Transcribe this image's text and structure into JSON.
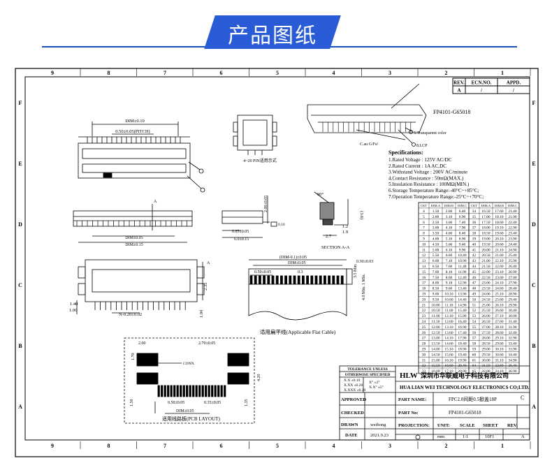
{
  "header": {
    "title": "产品图纸"
  },
  "border": {
    "cols": [
      "9",
      "8",
      "7",
      "6",
      "5",
      "4",
      "3",
      "2",
      "1"
    ],
    "rows": [
      "F",
      "E",
      "D",
      "C",
      "B",
      "A"
    ]
  },
  "revision": {
    "headers": [
      "REV.",
      "ECN.NO.",
      "APPD."
    ],
    "values": [
      "A",
      "/",
      "/"
    ]
  },
  "part": {
    "label_no": "FP4101-G65018",
    "callout_color": "5.Transparent color",
    "callout_plating": "C.au G/Fu'",
    "callout_lcp": "8.LCP"
  },
  "specs": {
    "title": "Specifications:",
    "items": [
      "1.Rated Voltage : 125V AC/DC",
      "2.Rated Current : 1A AC,DC",
      "3.Withstand Voltage : 200V AC/minute",
      "4.Contact Resistance : 50mΩ(MAX.)",
      "5.Insulation Resistance : 100MΩ(MIN.)",
      "6.Storage Temperature Range:-40°C~+85°C;",
      "7.Operation Temperature Range:-25°C~+70°C;"
    ]
  },
  "dims": {
    "top_a": "DIM±0.10",
    "top_pitch": "0.50±0.05(PITCH)",
    "pin_note": "4~20 PIN适用示式",
    "front_b": "DIM±0.05",
    "front_c": "DIM±0.15",
    "side_h": "2.00±0.05",
    "side_w1": "0.85±0.05",
    "side_w2": "6.0±0.15",
    "side_flat": "0.10",
    "sec_angle": "90°",
    "sec_h": "(3.6)",
    "sec_a": "1.2",
    "sec_b": "1.9",
    "sec_c": "2.7",
    "sec_title": "SECTION A-A",
    "bot_a": "1.40",
    "bot_b": "1.00",
    "bot_c": "2.35",
    "bot_d": "1.00",
    "bot_n": "N-0.20±0.02",
    "cable_top": "(DIM-0.1)±0.05",
    "cable_dim": "DIM±0.05",
    "cable_pitch": "0.50±0.05",
    "cable_p2": "0.3",
    "cable_t": "0.30±0.03",
    "cable_h1": "3.5 Min.",
    "cable_h2": "4.0 Min.",
    "cable_h3": "1 Min.",
    "cable_title": "适用扁平线(Applicable Flat Cable)",
    "pcb_a": "2.00",
    "pcb_b": "2.70±0.05",
    "pcb_c": "1.70",
    "pcb_conn": "CONN.",
    "pcb_d": "4.20",
    "pcb_e": "1.50",
    "pcb_f": "0.50±0.05",
    "pcb_g": "0.35±0.05",
    "pcb_h": "DIM±0.05",
    "pcb_i": "1.35",
    "pcb_title": "适用线路板(PCB LAYOUT)"
  },
  "dim_table": {
    "headers": [
      "CKT",
      "DIM.A",
      "DIM.B",
      "DIM.C",
      "CKT",
      "DIM.A",
      "DIM.B",
      "DIM.C"
    ],
    "rows": [
      [
        "4",
        "1.50",
        "2.60",
        "6.40",
        "34",
        "16.50",
        "17.60",
        "21.40"
      ],
      [
        "5",
        "2.00",
        "3.10",
        "6.90",
        "35",
        "17.00",
        "18.10",
        "21.90"
      ],
      [
        "6",
        "2.50",
        "3.60",
        "7.40",
        "36",
        "17.50",
        "18.60",
        "22.40"
      ],
      [
        "7",
        "3.00",
        "4.10",
        "7.90",
        "37",
        "18.00",
        "19.10",
        "22.90"
      ],
      [
        "8",
        "3.50",
        "4.60",
        "8.40",
        "38",
        "18.50",
        "19.60",
        "23.40"
      ],
      [
        "9",
        "4.00",
        "5.10",
        "8.90",
        "39",
        "19.00",
        "20.10",
        "23.90"
      ],
      [
        "10",
        "4.50",
        "5.60",
        "9.40",
        "40",
        "19.50",
        "20.60",
        "24.40"
      ],
      [
        "11",
        "5.00",
        "6.10",
        "9.90",
        "41",
        "20.00",
        "21.10",
        "24.90"
      ],
      [
        "12",
        "5.50",
        "6.60",
        "10.40",
        "42",
        "20.50",
        "21.60",
        "25.40"
      ],
      [
        "13",
        "6.00",
        "7.10",
        "10.90",
        "43",
        "21.00",
        "22.10",
        "25.90"
      ],
      [
        "14",
        "6.50",
        "7.60",
        "11.40",
        "44",
        "21.50",
        "22.60",
        "26.40"
      ],
      [
        "15",
        "7.00",
        "8.10",
        "11.90",
        "45",
        "22.00",
        "23.10",
        "26.90"
      ],
      [
        "16",
        "7.50",
        "8.60",
        "12.40",
        "46",
        "22.50",
        "23.60",
        "27.40"
      ],
      [
        "17",
        "8.00",
        "9.10",
        "12.90",
        "47",
        "23.00",
        "24.10",
        "27.90"
      ],
      [
        "18",
        "8.50",
        "9.60",
        "13.40",
        "48",
        "23.50",
        "24.60",
        "28.40"
      ],
      [
        "19",
        "9.00",
        "10.10",
        "13.90",
        "49",
        "24.00",
        "25.10",
        "28.90"
      ],
      [
        "20",
        "9.50",
        "10.60",
        "14.40",
        "50",
        "24.50",
        "25.60",
        "29.40"
      ],
      [
        "21",
        "10.00",
        "11.10",
        "14.90",
        "51",
        "25.00",
        "26.10",
        "29.90"
      ],
      [
        "22",
        "10.50",
        "11.60",
        "15.40",
        "52",
        "25.50",
        "26.60",
        "30.40"
      ],
      [
        "23",
        "11.00",
        "12.10",
        "15.90",
        "53",
        "26.00",
        "27.10",
        "30.90"
      ],
      [
        "24",
        "11.50",
        "12.60",
        "16.40",
        "54",
        "26.50",
        "27.60",
        "31.40"
      ],
      [
        "25",
        "12.00",
        "13.10",
        "16.90",
        "55",
        "27.00",
        "28.10",
        "31.90"
      ],
      [
        "26",
        "12.50",
        "13.60",
        "17.40",
        "56",
        "27.50",
        "28.60",
        "32.40"
      ],
      [
        "27",
        "13.00",
        "14.10",
        "17.90",
        "57",
        "28.00",
        "29.10",
        "32.90"
      ],
      [
        "28",
        "13.50",
        "14.60",
        "18.40",
        "58",
        "28.50",
        "29.60",
        "33.40"
      ],
      [
        "29",
        "14.00",
        "15.10",
        "18.90",
        "59",
        "29.00",
        "30.10",
        "33.90"
      ],
      [
        "30",
        "14.50",
        "15.60",
        "19.40",
        "60",
        "29.50",
        "30.60",
        "34.40"
      ],
      [
        "31",
        "15.00",
        "16.10",
        "19.90",
        "61",
        "30.00",
        "31.10",
        "34.90"
      ],
      [
        "32",
        "15.50",
        "16.60",
        "20.40",
        "64",
        "31.50",
        "32.60",
        "36.40"
      ],
      [
        "33",
        "16.00",
        "17.10",
        "20.90",
        "65",
        "32.00",
        "33.10",
        "36.90"
      ]
    ]
  },
  "title_block": {
    "tol_title": "TOLERANCE UNLESS",
    "tol_sub": "OTHERWISE SPECIFIED",
    "tol_1": "X.X ±0.10",
    "tol_2": "X.XX ±0.20",
    "tol_3": "X.XXX ±0.30",
    "tol_4": "X° ±2°",
    "tol_5": "X.X° ±5°",
    "company_cn": "深圳市华联威电子科技有限公司",
    "company_en": "HUA LIAN WEI TECHNOLOGY ELECTRONICS CO;LTD.",
    "logo": "HLW",
    "approved": "APPROVED",
    "checked": "CHECKED",
    "drawn": "DRAWN",
    "drawn_by": "weihong",
    "date_label": "DATE",
    "date": "2021.9.23",
    "part_name_label": "PART NAME:",
    "part_name": "FPC2.0间距0.5掀盖18P",
    "part_no_label": "PART No:",
    "part_no": "FP4101-G65018",
    "rev_box": "C",
    "projection": "PROJECTION:",
    "unit_label": "UNIT:",
    "unit": "mm",
    "scale_label": "SCALE",
    "scale": "1:1",
    "sheet_label": "SHEET",
    "sheet": "10F1",
    "rev_label": "REV.",
    "rev": "A"
  },
  "colors": {
    "banner": "#2a5bd7",
    "line": "#000000"
  }
}
